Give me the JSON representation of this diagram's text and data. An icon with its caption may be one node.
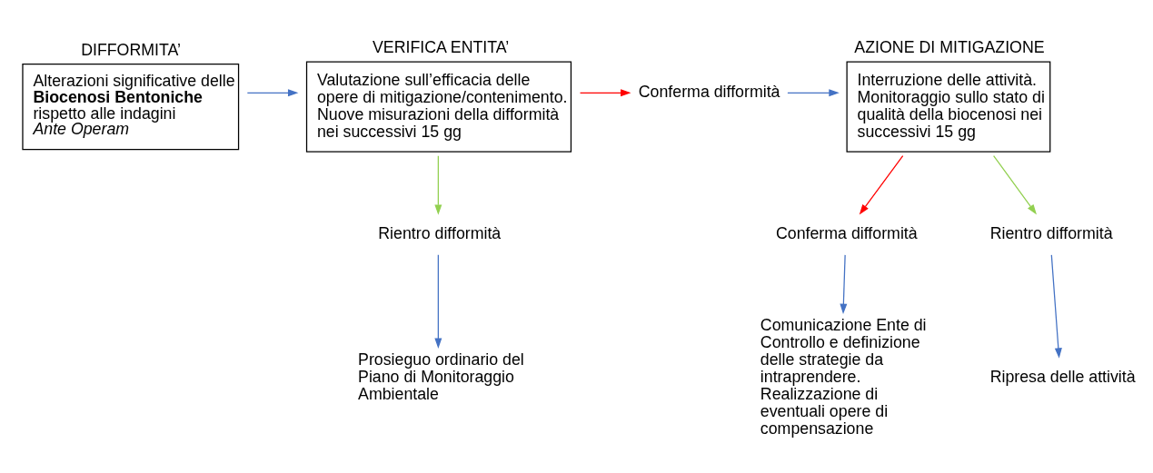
{
  "diagram": {
    "nodes": [
      {
        "text": [
          "DIFFORMITA’",
          "Alterazioni significative delle **Biocenosi Bentoniche** rispetto alle indagini *Ante Operam*"
        ]
      },
      {
        "text": [
          "VERIFICA ENTITA’",
          "Valutazione sull’efficacia delle opere di mitigazione/contenimento. Nuove misurazioni della difformità nei successivi 15 gg"
        ]
      },
      {
        "text": [
          "Conferma difformità"
        ]
      },
      {
        "text": [
          "AZIONE DI MITIGAZIONE",
          "Interruzione delle attività. Monitoraggio sullo stato di qualità della biocenosi nei successivi 15 gg"
        ]
      },
      {
        "text": [
          "Rientro difformità"
        ]
      },
      {
        "text": [
          "Prosieguo ordinario del Piano di Monitoraggio Ambientale"
        ]
      },
      {
        "text": [
          "Conferma difformità"
        ]
      },
      {
        "text": [
          "Rientro difformità"
        ]
      },
      {
        "text": [
          "Comunicazione Ente di Controllo e definizione delle strategie da intraprendere. Realizzazione di eventuali opere di compensazione"
        ]
      },
      {
        "text": [
          "Ripresa delle attività"
        ]
      }
    ],
    "edges": [
      {
        "from": 0,
        "to": 1,
        "arrow": "to"
      },
      {
        "from": 1,
        "to": 2,
        "arrow": "to",
        "color": "#ff0000"
      },
      {
        "from": 2,
        "to": 3,
        "arrow": "to"
      },
      {
        "from": 1,
        "to": 4,
        "arrow": "to",
        "color": "#92d050"
      },
      {
        "from": 4,
        "to": 5,
        "arrow": "to"
      },
      {
        "from": 3,
        "to": 6,
        "arrow": "to",
        "color": "#ff0000"
      },
      {
        "from": 3,
        "to": 7,
        "arrow": "to",
        "color": "#92d050"
      },
      {
        "from": 6,
        "to": 8,
        "arrow": "to"
      },
      {
        "from": 7,
        "to": 9,
        "arrow": "to"
      }
    ]
  }
}
